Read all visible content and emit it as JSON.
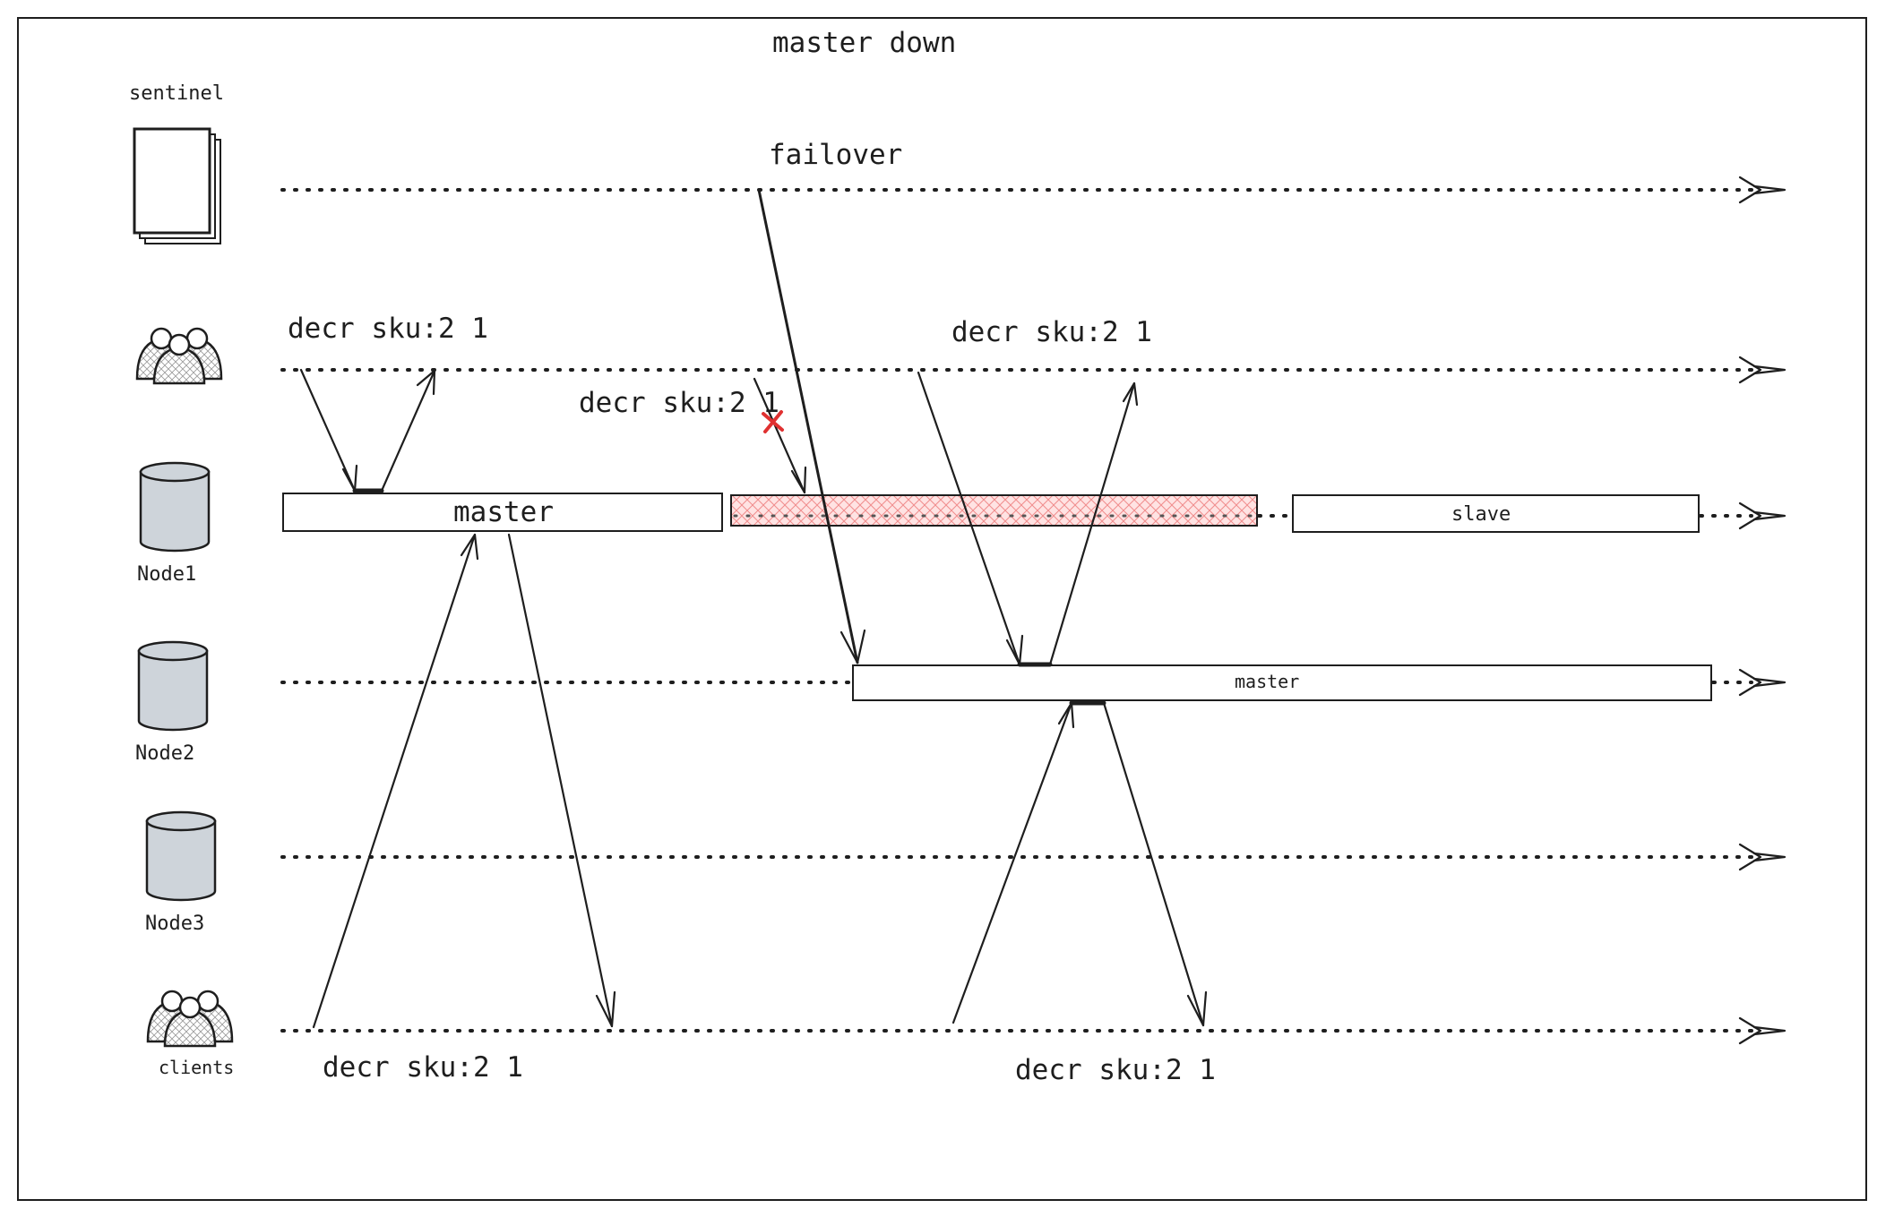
{
  "title": "master down",
  "failover_label": "failover",
  "lanes": [
    {
      "id": "sentinel",
      "label": "sentinel"
    },
    {
      "id": "users",
      "label": ""
    },
    {
      "id": "node1",
      "label": "Node1"
    },
    {
      "id": "node2",
      "label": "Node2"
    },
    {
      "id": "node3",
      "label": "Node3"
    },
    {
      "id": "clients",
      "label": "clients"
    }
  ],
  "boxes": {
    "node1_master": "master",
    "node1_slave": "slave",
    "node2_master": "master"
  },
  "commands": {
    "users_first": "decr sku:2 1",
    "users_failed": "decr sku:2 1",
    "users_after": "decr sku:2 1",
    "clients_first": "decr sku:2 1",
    "clients_after": "decr sku:2 1"
  },
  "colors": {
    "stroke": "#1e1e1e",
    "cylinder_fill": "#ced4da",
    "down_region_fill": "#ffc9c9",
    "error_mark": "#e03131"
  }
}
